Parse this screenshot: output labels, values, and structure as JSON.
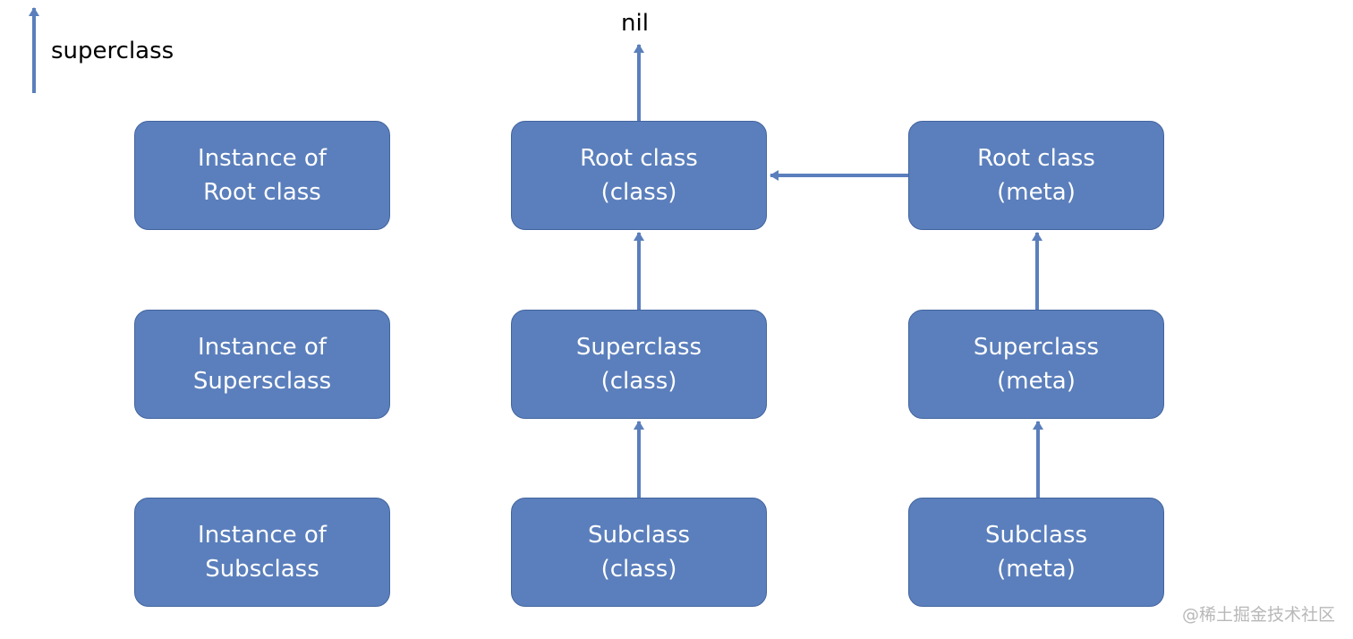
{
  "legend": {
    "label": "superclass"
  },
  "nil_label": "nil",
  "colors": {
    "box_fill": "#5b7fbc",
    "box_border": "#43659f",
    "arrow": "#5b7fbc",
    "box_text": "#ffffff"
  },
  "nodes": {
    "inst_root": {
      "line1": "Instance of",
      "line2": "Root class"
    },
    "inst_super": {
      "line1": "Instance of",
      "line2": "Supersclass"
    },
    "inst_sub": {
      "line1": "Instance of",
      "line2": "Subsclass"
    },
    "root_class": {
      "line1": "Root class",
      "line2": "(class)"
    },
    "super_class": {
      "line1": "Superclass",
      "line2": "(class)"
    },
    "sub_class": {
      "line1": "Subclass",
      "line2": "(class)"
    },
    "root_meta": {
      "line1": "Root class",
      "line2": "(meta)"
    },
    "super_meta": {
      "line1": "Superclass",
      "line2": "(meta)"
    },
    "sub_meta": {
      "line1": "Subclass",
      "line2": "(meta)"
    }
  },
  "edges": [
    {
      "from": "sub_class",
      "to": "super_class",
      "label": "superclass"
    },
    {
      "from": "super_class",
      "to": "root_class",
      "label": "superclass"
    },
    {
      "from": "root_class",
      "to": "nil",
      "label": "superclass"
    },
    {
      "from": "sub_meta",
      "to": "super_meta",
      "label": "superclass"
    },
    {
      "from": "super_meta",
      "to": "root_meta",
      "label": "superclass"
    },
    {
      "from": "root_meta",
      "to": "root_class",
      "label": "superclass"
    }
  ],
  "watermark": "@稀土掘金技术社区"
}
